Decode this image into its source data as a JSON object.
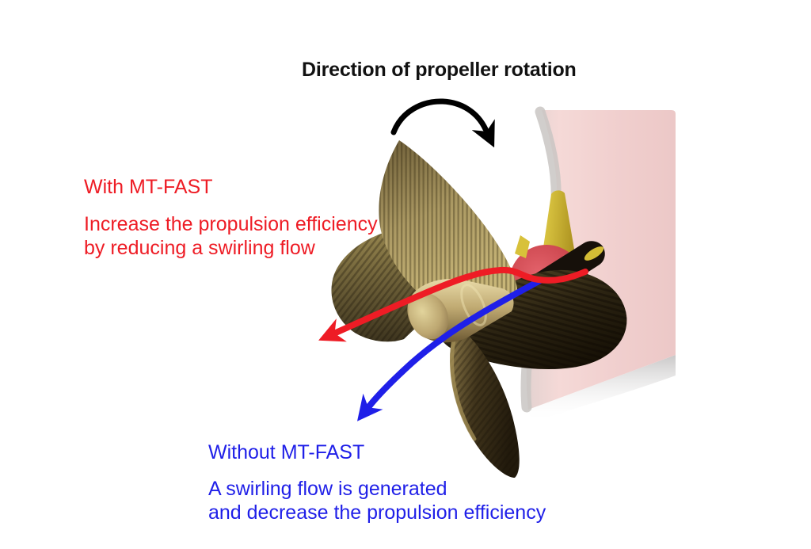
{
  "title": "Direction of propeller rotation",
  "annotations": {
    "with_mtfast": {
      "heading": "With MT-FAST",
      "line1": "Increase the propulsion efficiency",
      "line2": "by reducing a swirling flow"
    },
    "without_mtfast": {
      "heading": "Without MT-FAST",
      "line1": "A swirling flow is generated",
      "line2": "and decrease the propulsion efficiency"
    }
  },
  "colors": {
    "with_mtfast_red": "#ee1c25",
    "without_mtfast_blue": "#1f1fe8",
    "rotation_arrow_black": "#000000",
    "hull_pink": "#f2d4d2",
    "propeller_bronze": "#b3a167",
    "fin_yellow": "#d6bf3a",
    "hub_cap_red": "#d64850",
    "background": "#ffffff"
  }
}
